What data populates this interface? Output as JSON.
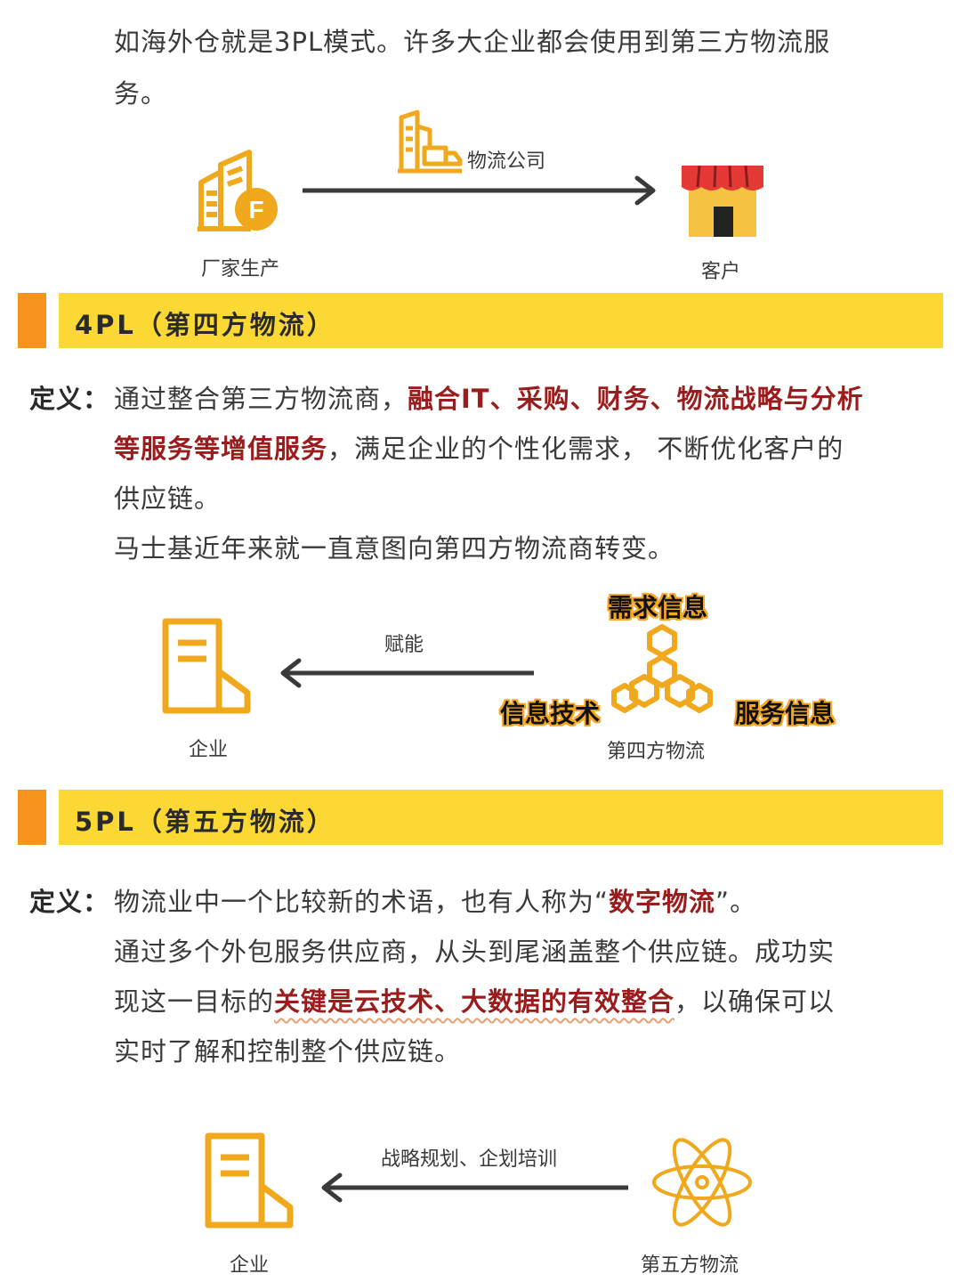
{
  "colors": {
    "accent_orange": "#f7941d",
    "banner_yellow": "#fcd835",
    "icon_gold": "#f0a81c",
    "emphasis_red": "#9b1c1c"
  },
  "intro": {
    "line1": "如海外仓就是3PL模式。许多大企业都会使用到第三方物流服",
    "line2": "务。"
  },
  "diagram_3pl": {
    "source": "厂家生产",
    "carrier": "物流公司",
    "target": "客户",
    "icons": [
      "factory-icon",
      "logistics-truck-icon",
      "shop-icon"
    ]
  },
  "sec_4pl": {
    "title": "4PL（第四方物流）",
    "def_label": "定义：",
    "l1_plain": "通过整合第三方物流商，",
    "l1_red": "融合IT、采购、财务、物流战略与分析",
    "l2_red": "等服务等增值服务",
    "l2_plain": "，满足企业的个性化需求， 不断优化客户的",
    "l3": "供应链。",
    "l4": "马士基近年来就一直意图向第四方物流商转变。"
  },
  "diagram_4pl": {
    "enterprise": "企业",
    "arrow": "赋能",
    "top": "需求信息",
    "left": "信息技术",
    "right": "服务信息",
    "provider": "第四方物流",
    "icons": [
      "document-building-icon",
      "hexagon-network-icon"
    ]
  },
  "sec_5pl": {
    "title": "5PL（第五方物流）",
    "def_label": "定义：",
    "l1_plain": "物流业中一个比较新的术语，也有人称为“",
    "l1_red": "数字物流",
    "l1_end": "”。",
    "l2": "通过多个外包服务供应商，从头到尾涵盖整个供应链。成功实",
    "l3_pre": "现这一目标的",
    "l3_red": "关键是云技术、大数据的有效整合",
    "l3_post": "，以确保可以",
    "l4": "实时了解和控制整个供应链。"
  },
  "diagram_5pl": {
    "enterprise": "企业",
    "arrow": "战略规划、企划培训",
    "provider": "第五方物流",
    "icons": [
      "document-building-icon",
      "atom-icon"
    ]
  }
}
